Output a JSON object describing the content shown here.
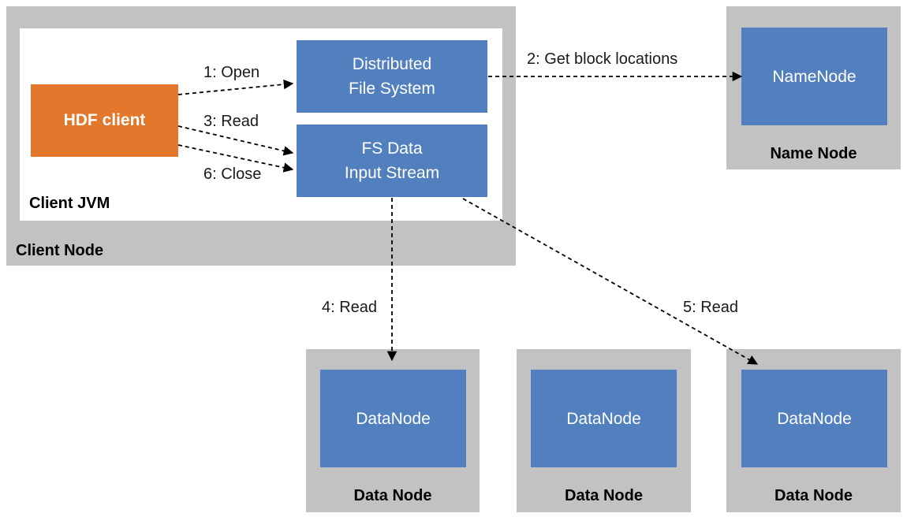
{
  "client_node": {
    "label": "Client Node",
    "jvm_label": "Client JVM",
    "hdf_client": "HDF client",
    "distributed_file_system": "Distributed\nFile System",
    "fs_data_input_stream": "FS Data\nInput Stream"
  },
  "name_node": {
    "box": "NameNode",
    "label": "Name Node"
  },
  "data_nodes": [
    {
      "box": "DataNode",
      "label": "Data Node"
    },
    {
      "box": "DataNode",
      "label": "Data Node"
    },
    {
      "box": "DataNode",
      "label": "Data Node"
    }
  ],
  "edges": {
    "open": "1: Open",
    "get_block_locations": "2: Get block locations",
    "read_stream": "3: Read",
    "read_datanode_1": "4: Read",
    "read_datanode_3": "5: Read",
    "close": "6: Close"
  },
  "colors": {
    "node_background": "#c2c2c2",
    "component_blue": "#5280bf",
    "client_orange": "#e3782c"
  }
}
